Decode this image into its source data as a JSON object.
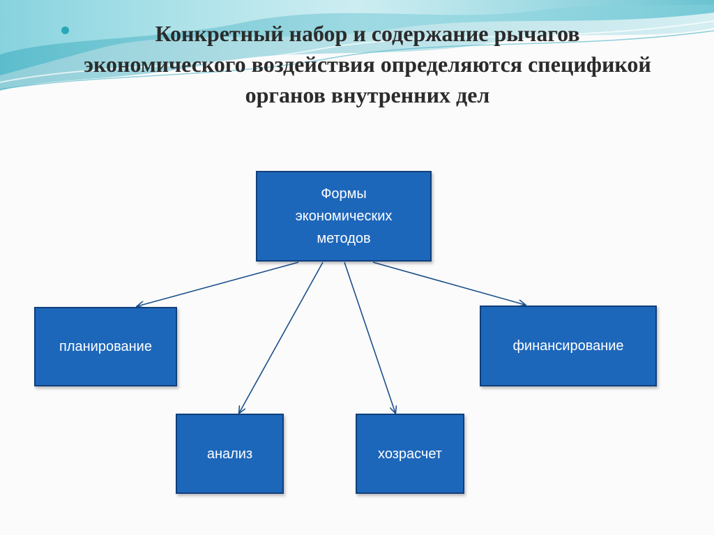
{
  "slide": {
    "title": "Конкретный набор и содержание рычагов экономического воздействия определяются спецификой органов внутренних дел"
  },
  "diagram": {
    "root": {
      "label": "Формы экономических методов"
    },
    "children": [
      {
        "id": "planning",
        "label": "планирование"
      },
      {
        "id": "analysis",
        "label": "анализ"
      },
      {
        "id": "cost-accounting",
        "label": "хозрасчет"
      },
      {
        "id": "financing",
        "label": "финансирование"
      }
    ]
  },
  "colors": {
    "box_fill": "#1d67bb",
    "box_border": "#0f3f7a",
    "arrow": "#1b4f8a",
    "bullet": "#2aa8b6",
    "wave": "#7fd3de"
  }
}
